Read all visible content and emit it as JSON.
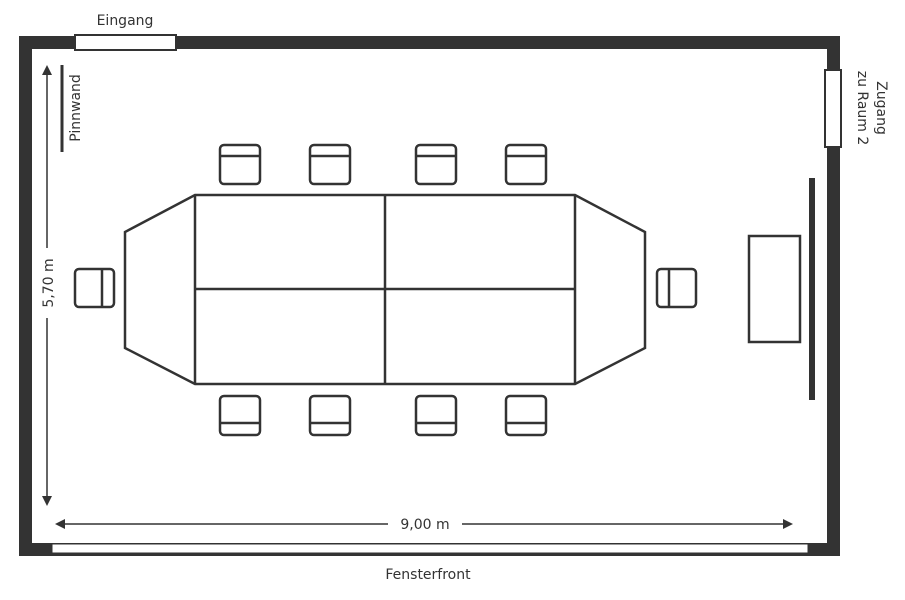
{
  "labels": {
    "entrance": "Eingang",
    "pinboard": "Pinnwand",
    "access_line1": "Zugang",
    "access_line2": "zu Raum 2",
    "height_dim": "5,70 m",
    "width_dim": "9,00 m",
    "window_front": "Fensterfront"
  },
  "colors": {
    "wall": "#333333",
    "background": "#ffffff",
    "text": "#333333"
  },
  "chairs": {
    "top_count": 4,
    "bottom_count": 4,
    "side_count": 2
  }
}
